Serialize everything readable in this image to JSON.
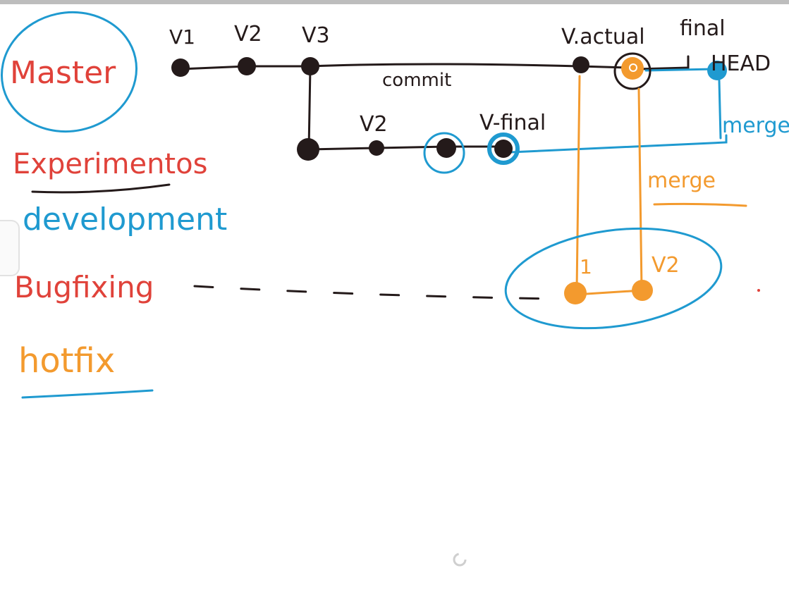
{
  "labels": {
    "master": "Master",
    "experimentos": "Experimentos",
    "development": "development",
    "bugfixing": "Bugfixing",
    "hotfix": "hotfix",
    "v1": "V1",
    "v2": "V2",
    "v3": "V3",
    "v_actual": "V.actual",
    "final": "final",
    "head": "HEAD",
    "commit": "commit",
    "dev_v2": "V2",
    "v_final": "V-final",
    "merge_blue": "merge",
    "merge_orange": "merge",
    "hotfix_1": "1",
    "hotfix_v2": "V2"
  },
  "colors": {
    "black": "#241a1a",
    "red": "#e0423a",
    "blue": "#1f9ad0",
    "orange": "#f39a2e",
    "paper": "#ffffff"
  }
}
